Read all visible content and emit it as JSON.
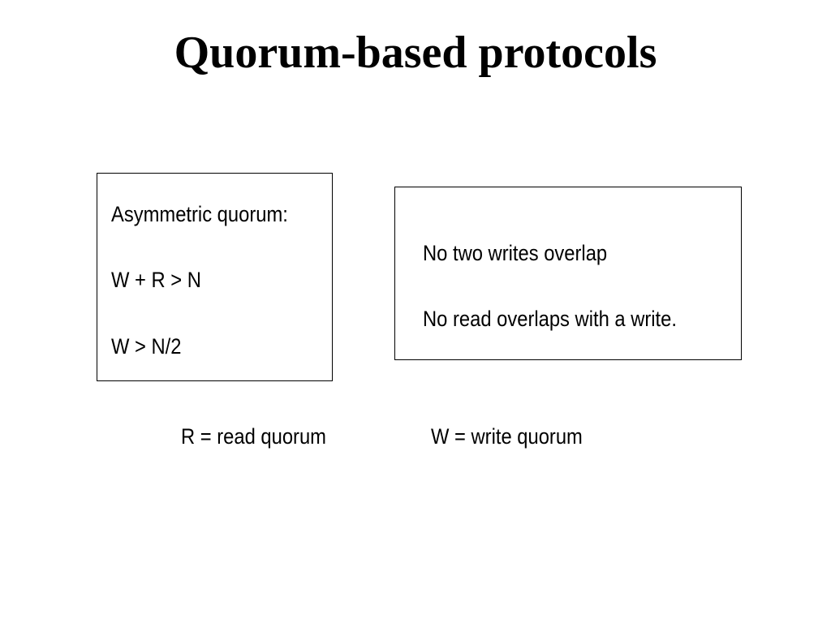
{
  "slide": {
    "title": "Quorum-based protocols"
  },
  "left_box": {
    "heading": "Asymmetric quorum:",
    "rule1": "W + R > N",
    "rule2": "W > N/2"
  },
  "right_box": {
    "line1": "No two writes overlap",
    "line2": "No read overlaps with a write."
  },
  "legend": {
    "read": "R = read quorum",
    "write": "W = write quorum"
  }
}
